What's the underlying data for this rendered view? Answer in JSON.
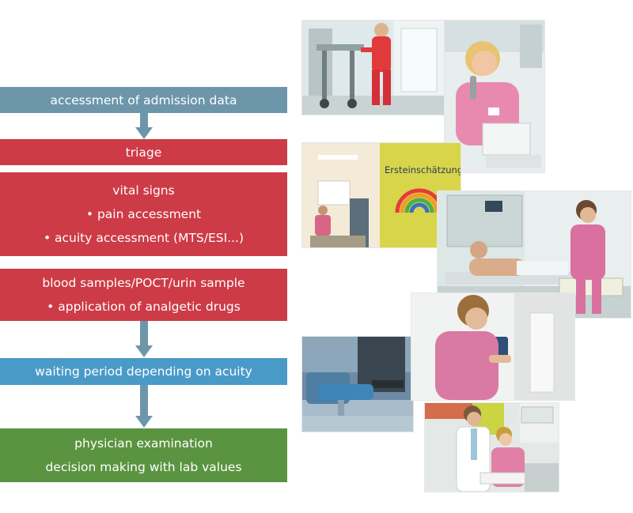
{
  "flow": {
    "step1": "accessment of admission data",
    "step2": "triage",
    "step3": [
      "vital signs",
      "• pain accessment",
      "• acuity accessment (MTS/ESI...)"
    ],
    "step4": [
      "blood samples/POCT/urin sample",
      "• application of analgetic drugs"
    ],
    "step5": "waiting period depending on acuity",
    "step6": [
      "physician examination",
      "decision making with lab values"
    ]
  },
  "photos": {
    "sign_text": "Ersteinschätzung"
  },
  "colors": {
    "admission": "#6d96ab",
    "triage": "#cd3b47",
    "waiting": "#4a9ac8",
    "physician": "#5a9440",
    "arrow": "#6d96ab"
  }
}
